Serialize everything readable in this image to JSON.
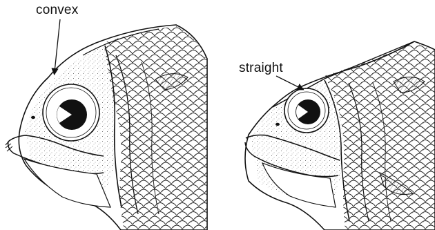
{
  "labels": {
    "left": "convex",
    "right": "straight"
  },
  "figures": [
    {
      "id": "left",
      "description_key": "fish-head-convex-profile"
    },
    {
      "id": "right",
      "description_key": "fish-head-straight-profile"
    }
  ],
  "colors": {
    "ink": "#111111",
    "background": "#ffffff"
  }
}
